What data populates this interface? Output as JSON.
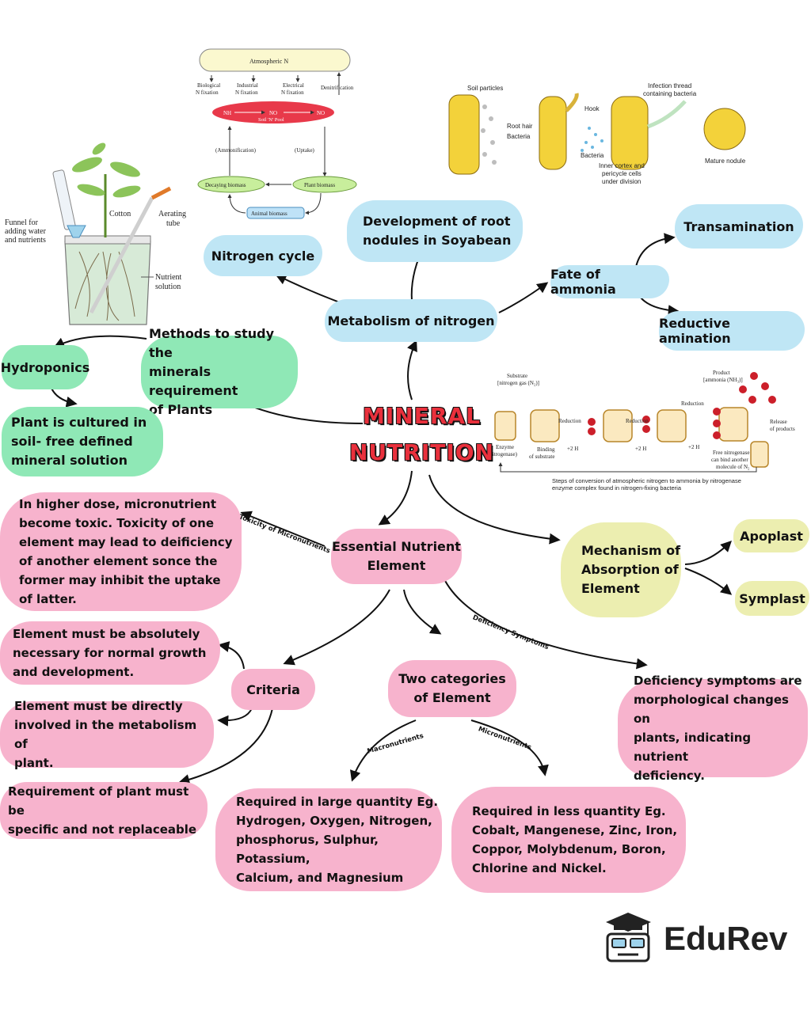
{
  "title": {
    "line1": "MINERAL",
    "line2": "NUTRITION"
  },
  "nodes": {
    "nitrogen_cycle": "Nitrogen cycle",
    "root_nodules": "Development of root\nnodules in Soyabean",
    "metabolism_nitrogen": "Metabolism of nitrogen",
    "fate_ammonia": "Fate of ammonia",
    "transamination": "Transamination",
    "reductive_amination": "Reductive amination",
    "methods_study": "Methods to study the\nminerals requirement\nof Plants",
    "hydroponics": "Hydroponics",
    "plant_cultured": "Plant is cultured in\nsoil- free defined\nmineral solution",
    "toxicity_text": "In higher dose, micronutrient\nbecome toxic. Toxicity of one\nelement may lead to deificiency\nof another element sonce the\nformer may inhibit the uptake\nof latter.",
    "essential_element": "Essential Nutrient\nElement",
    "mechanism": "Mechanism of\nAbsorption of\nElement",
    "apoplast": "Apoplast",
    "symplast": "Symplast",
    "criteria": "Criteria",
    "criteria_1": "Element must be absolutely\nnecessary for normal growth\nand development.",
    "criteria_2": "Element must be directly\ninvolved in the metabolism of\nplant.",
    "criteria_3": "Requirement of plant must be\nspecific and not replaceable",
    "two_categories": "Two categories\nof Element",
    "deficiency_text": "Deficiency symptoms are\nmorphological changes on\nplants, indicating nutrient\ndeficiency.",
    "macronutrients_text": "Required in large quantity Eg.\nHydrogen, Oxygen, Nitrogen,\nphosphorus, Sulphur, Potassium,\nCalcium, and Magnesium",
    "micronutrients_text": "Required in less quantity Eg.\nCobalt, Mangenese, Zinc, Iron,\nCoppor, Molybdenum, Boron,\nChlorine and Nickel."
  },
  "edge_labels": {
    "toxicity": "Toxicity of Micronutrients",
    "deficiency": "Deficiency Symptoms",
    "macronutrients": "Macronutrients",
    "micronutrients": "Micronutrients"
  },
  "nitrogen_cycle_diagram": {
    "atmospheric": "Atmospheric N",
    "biological": "Biological\nN fixation",
    "industrial": "Industrial\nN fixation",
    "electrical": "Electrical\nN fixation",
    "denitrification": "Denitrification",
    "nh3": "NH",
    "no2": "NO",
    "no3": "NO",
    "soil_pool": "Soil 'N' Pool",
    "ammonification": "(Ammonification)",
    "uptake": "(Uptake)",
    "decaying": "Decaying biomass",
    "plant_biomass": "Plant biomass",
    "animal_biomass": "Animal biomass"
  },
  "hydroponics_diagram": {
    "funnel": "Funnel for\nadding water\nand nutrients",
    "cotton": "Cotton",
    "aerating": "Aerating\ntube",
    "nutrient": "Nutrient\nsolution"
  },
  "nodule_diagram": {
    "soil_particles": "Soil particles",
    "root_hair": "Root hair",
    "bacteria": "Bacteria",
    "hook": "Hook",
    "bacteria2": "Bacteria",
    "infection": "Infection thread\ncontaining bacteria",
    "inner_cortex": "Inner cortex and\npericycle cells\nunder division",
    "mature": "Mature nodule"
  },
  "enzyme_diagram": {
    "substrate": "Substrate\n[nitrogen gas (N₂)]",
    "product": "Product\n[ammonia (NH₃)]",
    "enzyme": "Enzyme\n(nitrogenase)",
    "binding": "Binding\nof substrate",
    "reduction1": "Reduction",
    "reduction2": "Reduction",
    "reduction3": "Reduction",
    "h1": "+2 H",
    "h2": "+2 H",
    "h3": "+2 H",
    "release": "Release\nof products",
    "free": "Free nitrogenase\ncan bind another\nmolecule of N₂",
    "caption": "Steps of conversion of atmospheric nitrogen to ammonia by nitrogenase\nenzyme complex found in nitrogen-fixing bacteria"
  },
  "logo": {
    "text": "EduRev"
  },
  "colors": {
    "blue": "#bfe6f5",
    "green": "#8fe8b6",
    "pink": "#f7b3cd",
    "yellow": "#eceeb0",
    "title_red": "#e9303c"
  }
}
